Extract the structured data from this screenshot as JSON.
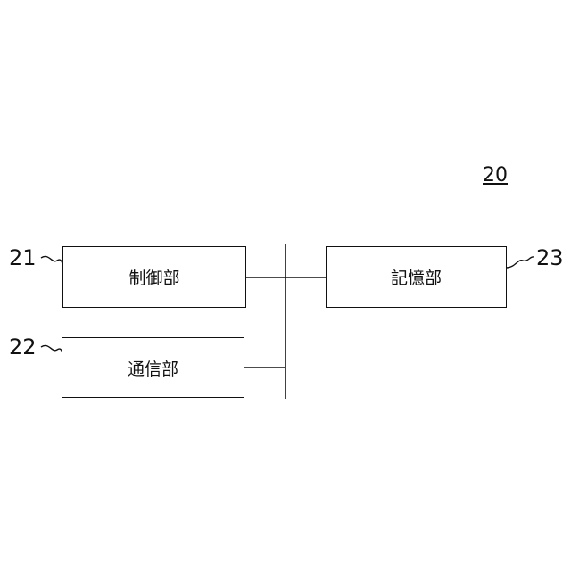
{
  "figure": {
    "ref_number": "20"
  },
  "blocks": {
    "control": {
      "label": "制御部",
      "ref": "21"
    },
    "communication": {
      "label": "通信部",
      "ref": "22"
    },
    "storage": {
      "label": "記憶部",
      "ref": "23"
    }
  }
}
